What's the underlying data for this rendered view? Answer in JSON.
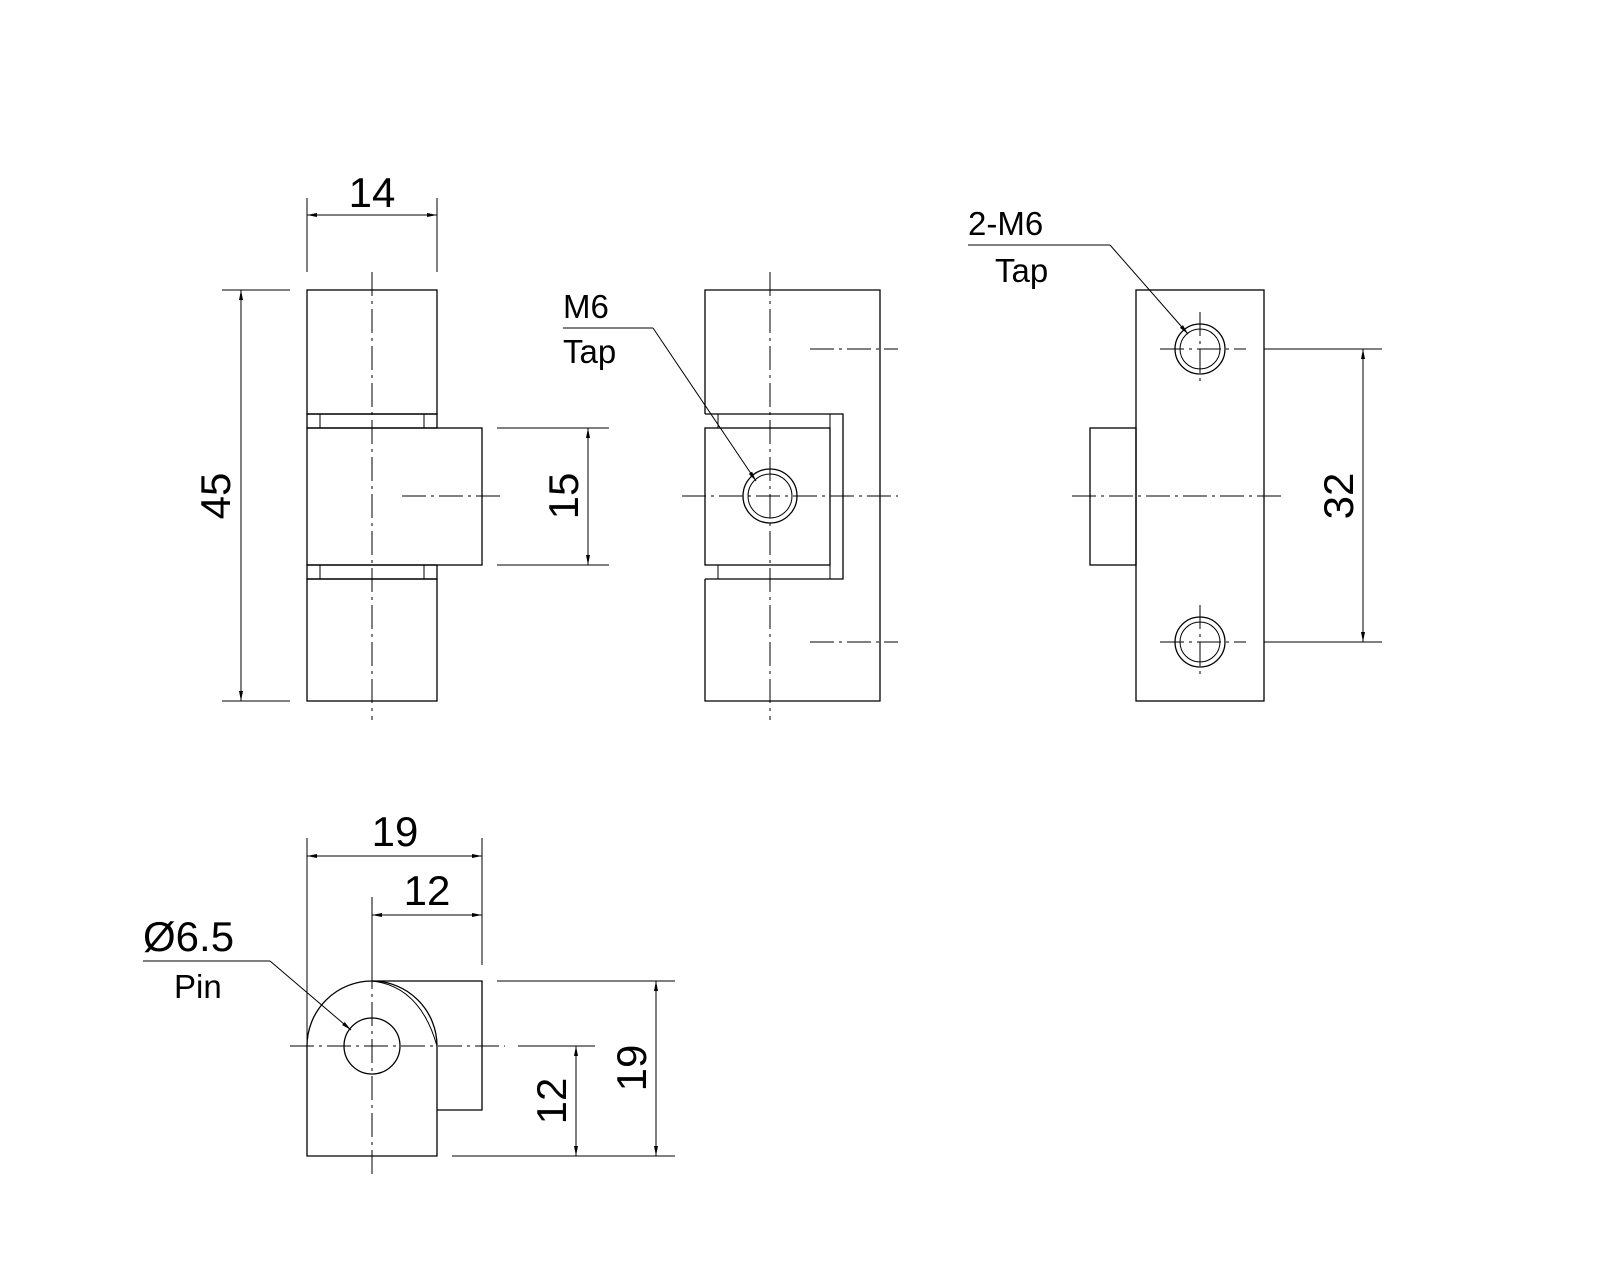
{
  "views": {
    "side": {
      "width_dim": "14",
      "height_dim": "45",
      "boss_dim": "15"
    },
    "front": {
      "note_size": "M6",
      "note_type": "Tap"
    },
    "rear": {
      "note_size": "2-M6",
      "note_type": "Tap",
      "spacing_dim": "32"
    },
    "top": {
      "width_dim": "19",
      "offset_dim": "12",
      "height_dim": "19",
      "center_dim": "12",
      "note_size": "Ø6.5",
      "note_type": "Pin"
    }
  }
}
